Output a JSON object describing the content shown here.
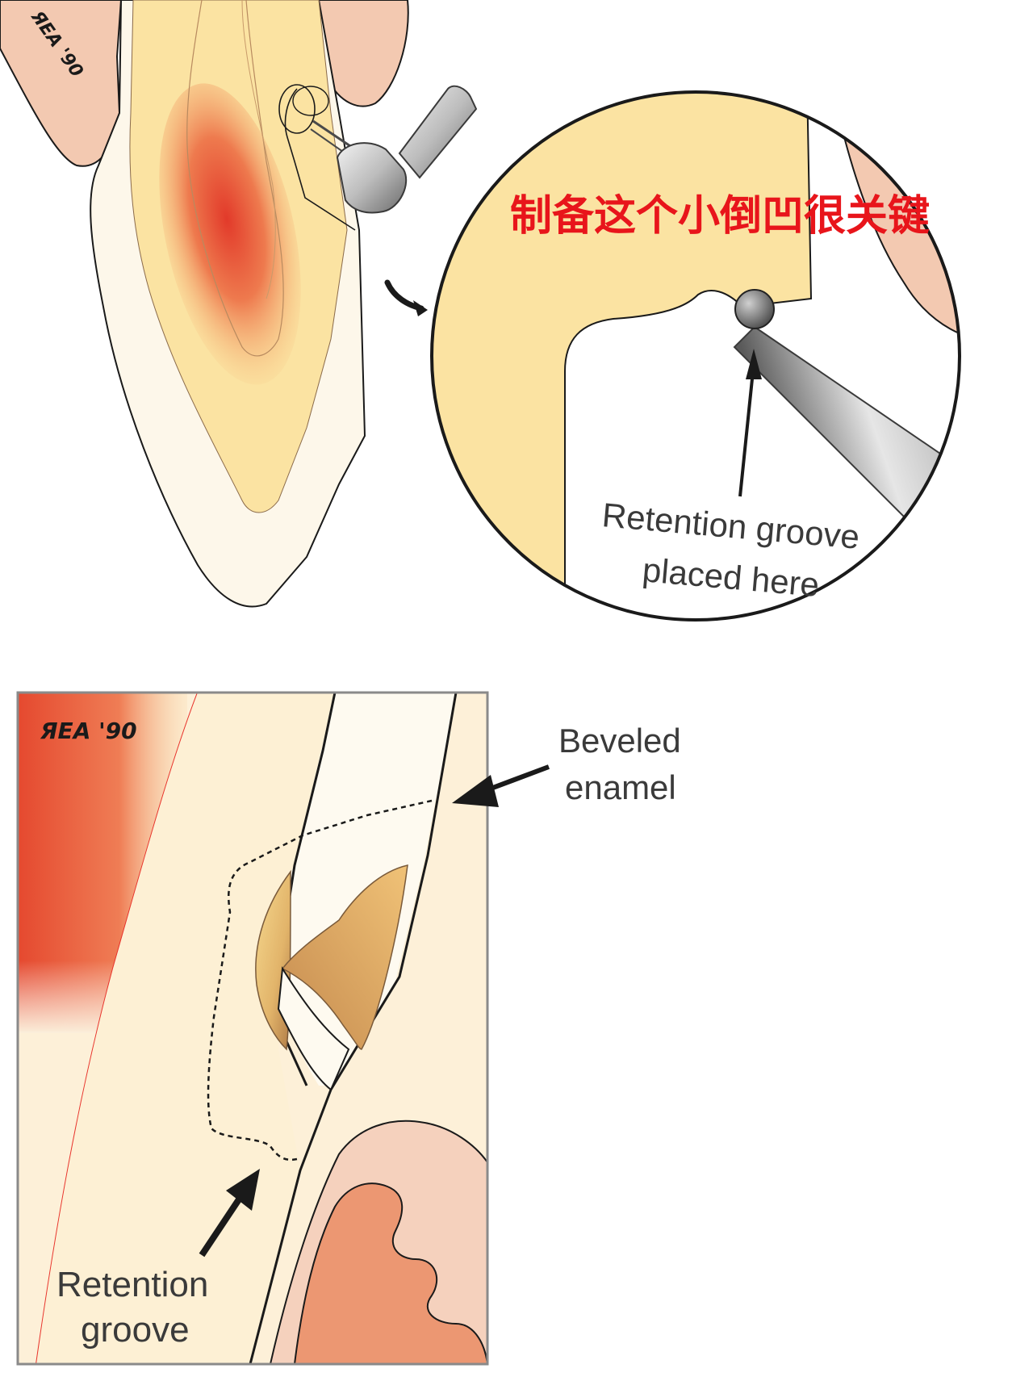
{
  "figure": {
    "annotation_cn": "制备这个小倒凹很关键",
    "signature_top": "ЯEA '90",
    "signature_bottom": "ЯEA '90",
    "callout": {
      "line1": "Retention groove",
      "line2": "placed here"
    },
    "beveled": {
      "line1": "Beveled",
      "line2": "enamel"
    },
    "retention": {
      "line1": "Retention",
      "line2": "groove"
    }
  },
  "colors": {
    "annotation_red": "#e8151b",
    "dentin_yellow": "#fbe3a2",
    "pulp_red": "#e2402c",
    "enamel_cream": "#fdf6e8",
    "gingiva_pink": "#f3c6ad",
    "gingiva_deep": "#eb8b66",
    "outline": "#1a1a1a"
  },
  "icons": [
    "handpiece-icon",
    "bur-icon",
    "arrow-icon"
  ]
}
